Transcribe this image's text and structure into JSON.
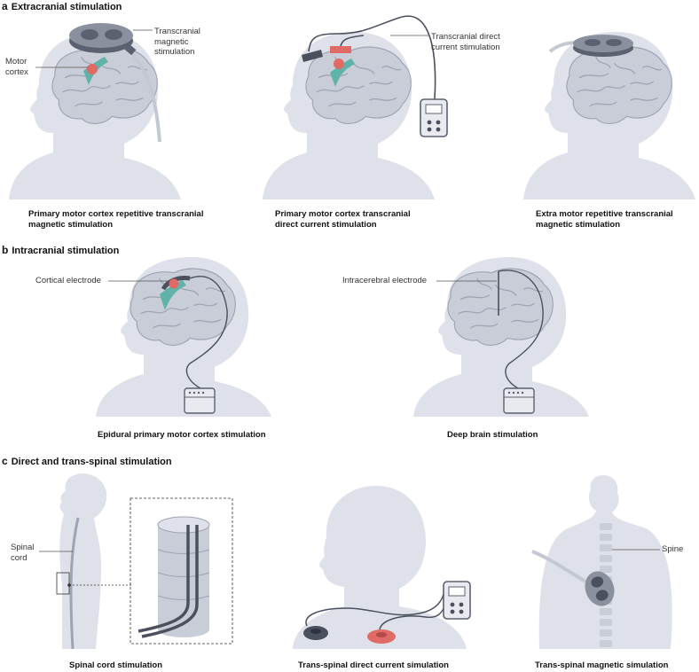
{
  "sections": {
    "a": {
      "letter": "a",
      "title": "Extracranial stimulation"
    },
    "b": {
      "letter": "b",
      "title": "Intracranial stimulation"
    },
    "c": {
      "letter": "c",
      "title": "Direct and trans-spinal stimulation"
    }
  },
  "labels": {
    "motor_cortex": "Motor cortex",
    "tms": "Transcranial magnetic stimulation",
    "tdcs": "Transcranial direct current stimulation",
    "cortical_electrode": "Cortical electrode",
    "intracerebral_electrode": "Intracerebral electrode",
    "spinal_cord": "Spinal cord",
    "spine": "Spine"
  },
  "captions": {
    "a1": "Primary motor cortex repetitive transcranial magnetic stimulation",
    "a2": "Primary motor cortex transcranial direct current stimulation",
    "a3": "Extra motor repetitive transcranial magnetic stimulation",
    "b1": "Epidural primary motor cortex stimulation",
    "b2": "Deep brain stimulation",
    "c1": "Spinal cord stimulation",
    "c2": "Trans-spinal direct current simulation",
    "c3": "Trans-spinal magnetic simulation"
  },
  "colors": {
    "silhouette": "#dfe1ea",
    "brain": "#c9cdd8",
    "brain_line": "#9ea4b4",
    "motor_cortex": "#5fb3a9",
    "stim_point": "#e06a66",
    "device": "#5b6170",
    "anode": "#e06a66",
    "cathode": "#4a505e"
  }
}
